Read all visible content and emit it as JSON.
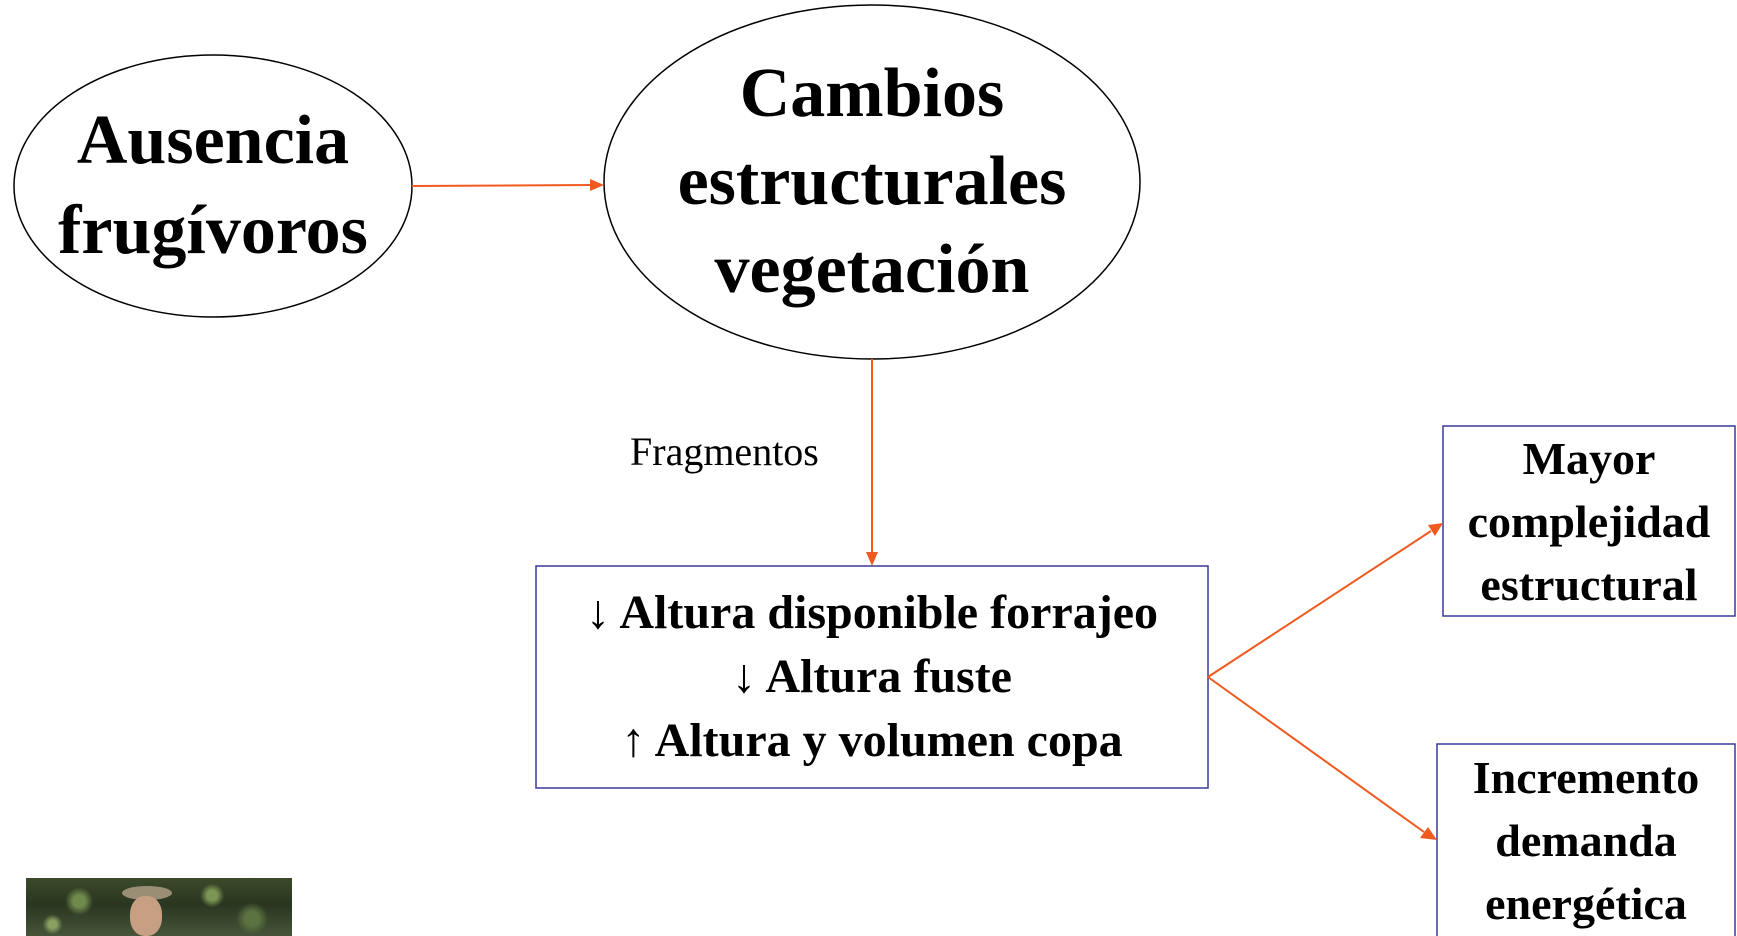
{
  "diagram": {
    "nodes": {
      "ausencia": {
        "lines": [
          "Ausencia",
          "frugívoros"
        ]
      },
      "cambios": {
        "lines": [
          "Cambios",
          "estructurales",
          "vegetación"
        ]
      },
      "altura": {
        "lines": [
          "↓ Altura disponible forrajeo",
          "↓ Altura fuste",
          "↑ Altura y volumen copa"
        ]
      },
      "mayor": {
        "lines": [
          "Mayor",
          "complejidad",
          "estructural"
        ]
      },
      "incremento": {
        "lines": [
          "Incremento",
          "demanda",
          "energética"
        ]
      }
    },
    "edges": {
      "fragmentos_label": "Fragmentos"
    }
  },
  "colors": {
    "connector": "#f05a1e",
    "box_border": "#3a3a9a",
    "ellipse_border": "#000000"
  }
}
